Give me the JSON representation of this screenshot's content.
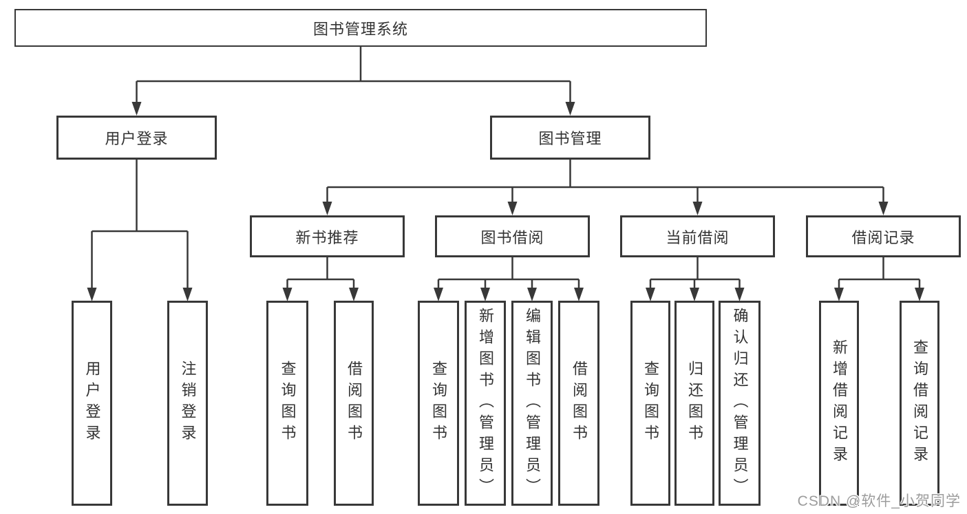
{
  "colors": {
    "line": "#383838",
    "box_border": "#383838",
    "box_fill": "#ffffff",
    "text": "#333333",
    "watermark": "#9c9c9c",
    "background": "#ffffff"
  },
  "diagram": {
    "root": {
      "label": "图书管理系统"
    },
    "branches": [
      {
        "label": "用户登录",
        "leaves": [
          {
            "label": "用户登录"
          },
          {
            "label": "注销登录"
          }
        ]
      },
      {
        "label": "图书管理",
        "groups": [
          {
            "label": "新书推荐",
            "leaves": [
              {
                "label": "查询图书"
              },
              {
                "label": "借阅图书"
              }
            ]
          },
          {
            "label": "图书借阅",
            "leaves": [
              {
                "label": "查询图书"
              },
              {
                "label": "新增图书（管理员）"
              },
              {
                "label": "编辑图书（管理员）"
              },
              {
                "label": "借阅图书"
              }
            ]
          },
          {
            "label": "当前借阅",
            "leaves": [
              {
                "label": "查询图书"
              },
              {
                "label": "归还图书"
              },
              {
                "label": "确认归还（管理员）"
              }
            ]
          },
          {
            "label": "借阅记录",
            "leaves": [
              {
                "label": "新增借阅记录"
              },
              {
                "label": "查询借阅记录"
              }
            ]
          }
        ]
      }
    ]
  },
  "watermark": {
    "text": "CSDN @软件_小贺同学"
  }
}
